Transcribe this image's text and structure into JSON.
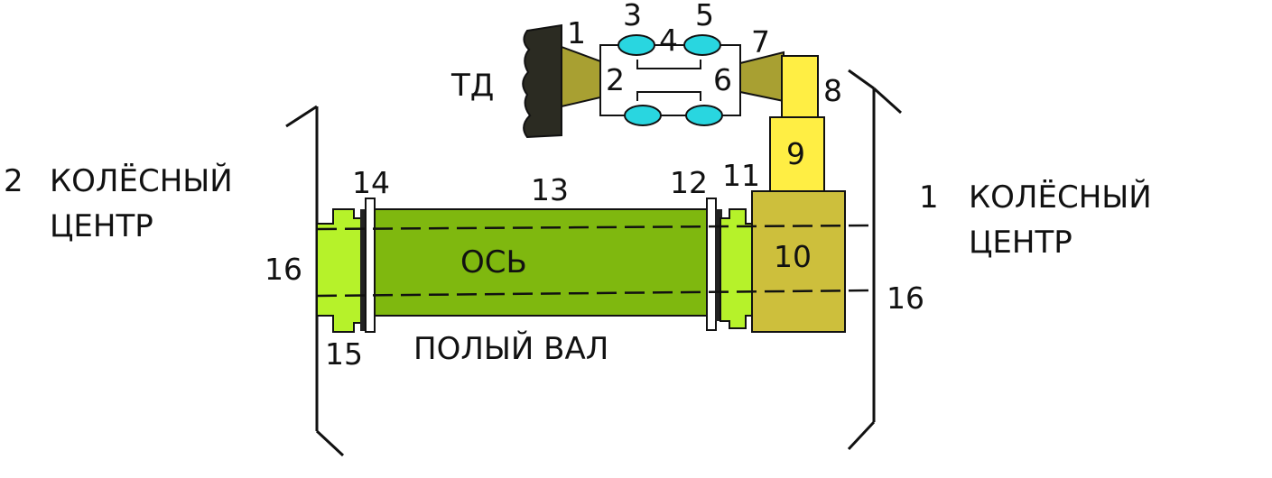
{
  "labels": {
    "motor": "ТД",
    "axle": "ОСЬ",
    "hollow_shaft": "ПОЛЫЙ  ВАЛ",
    "wheel_center_2_num": "2",
    "wheel_center_2_line1": "КОЛЁСНЫЙ",
    "wheel_center_2_line2": "ЦЕНТР",
    "wheel_center_1_num": "1",
    "wheel_center_1_line1": "КОЛЁСНЫЙ",
    "wheel_center_1_line2": "ЦЕНТР"
  },
  "numbers": {
    "n1": "1",
    "n2": "2",
    "n3": "3",
    "n4": "4",
    "n5": "5",
    "n6": "6",
    "n7": "7",
    "n8": "8",
    "n9": "9",
    "n10": "10",
    "n11": "11",
    "n12": "12",
    "n13": "13",
    "n14": "14",
    "n15": "15",
    "n16_left": "16",
    "n16_right": "16"
  },
  "colors": {
    "motor": "#2b2b22",
    "cone": "#a8a032",
    "bushing": "#29d6e0",
    "gear": "#ffee44",
    "gearbox": "#cdbf3c",
    "axle_tube": "#7fb80f",
    "coupling": "#b6f22a",
    "outline": "#111111"
  }
}
